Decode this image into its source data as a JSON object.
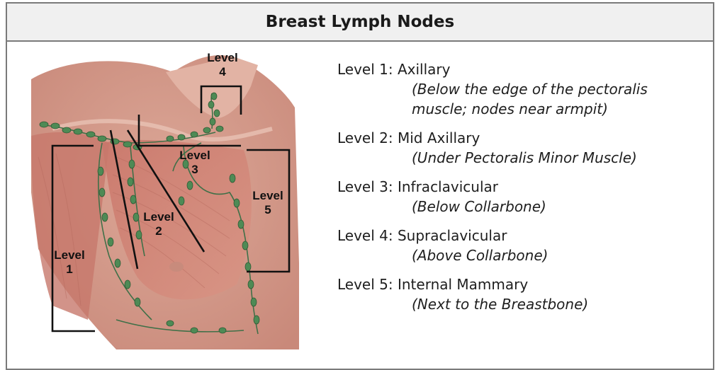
{
  "title": "Breast Lymph Nodes",
  "diagram_labels": {
    "level1": [
      "Level",
      "1"
    ],
    "level2": [
      "Level",
      "2"
    ],
    "level3": [
      "Level",
      "3"
    ],
    "level4": [
      "Level",
      "4"
    ],
    "level5": [
      "Level",
      "5"
    ]
  },
  "levels": [
    {
      "heading": "Level 1: Axillary",
      "description": [
        "(Below the edge of the pectoralis",
        "muscle; nodes near armpit)"
      ]
    },
    {
      "heading": "Level 2: Mid Axillary",
      "description": [
        "(Under Pectoralis Minor Muscle)"
      ]
    },
    {
      "heading": "Level 3: Infraclavicular",
      "description": [
        "(Below Collarbone)"
      ]
    },
    {
      "heading": "Level 4: Supraclavicular",
      "description": [
        "(Above Collarbone)"
      ]
    },
    {
      "heading": "Level 5: Internal Mammary",
      "description": [
        "(Next to the Breastbone)"
      ]
    }
  ],
  "colors": {
    "skin": "#d49b8a",
    "muscle": "#c97a6e",
    "lymph_node": "#4e8a55",
    "header_bg": "#f0f0f0",
    "border": "#7a7a7a"
  }
}
